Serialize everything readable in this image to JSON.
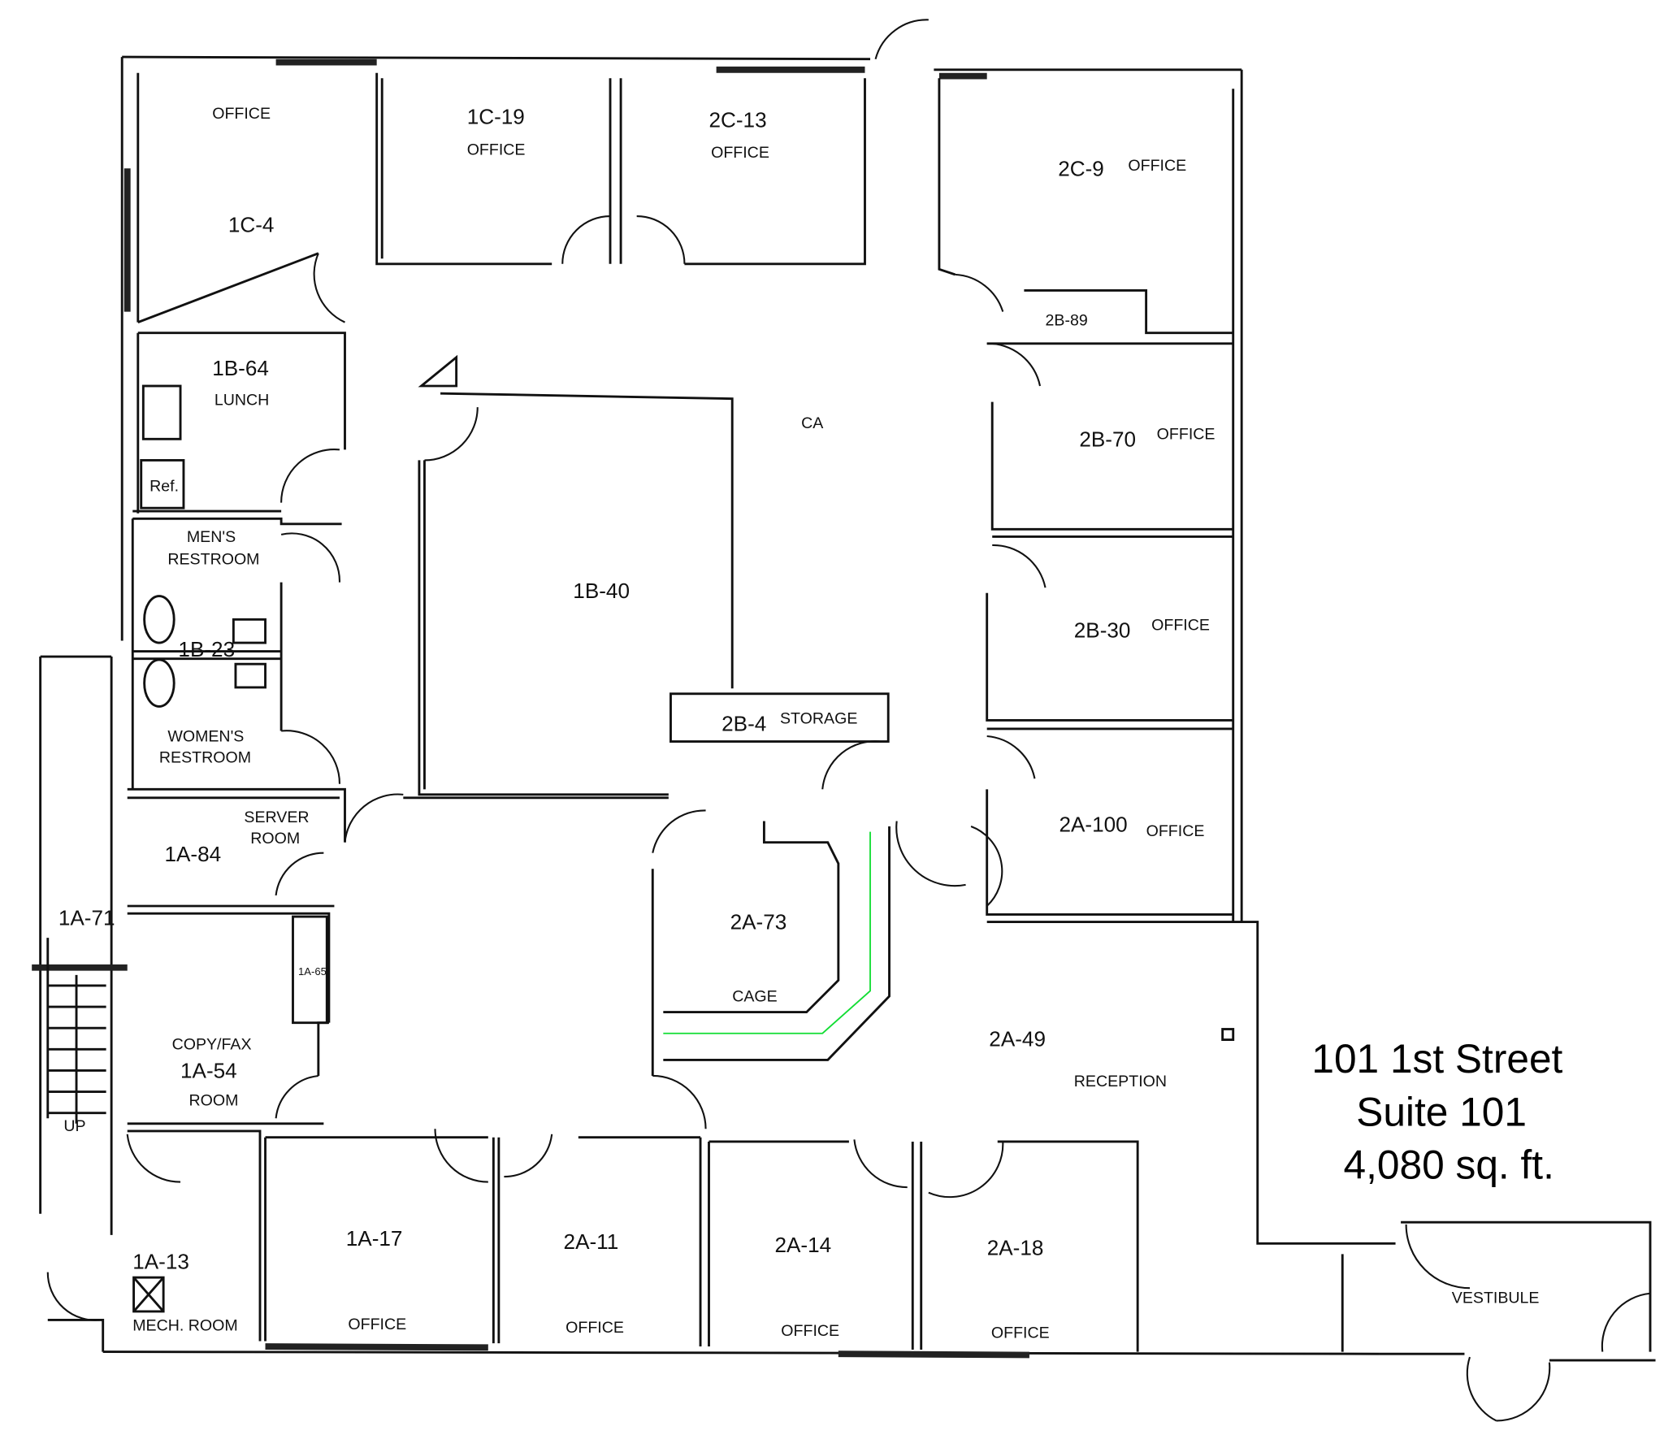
{
  "address": {
    "line1": "101 1st Street",
    "line2": "Suite 101",
    "line3": "4,080 sq. ft."
  },
  "rooms": {
    "r1c4": {
      "number": "1C-4",
      "name": "OFFICE"
    },
    "r1c19": {
      "number": "1C-19",
      "name": "OFFICE"
    },
    "r2c13": {
      "number": "2C-13",
      "name": "OFFICE"
    },
    "r2c9": {
      "number": "2C-9",
      "name": "OFFICE"
    },
    "r2b89": {
      "number": "2B-89"
    },
    "r1b64": {
      "number": "1B-64",
      "name": "LUNCH"
    },
    "ref": {
      "name": "Ref."
    },
    "mens": {
      "name_line1": "MEN'S",
      "name_line2": "RESTROOM"
    },
    "r1b23": {
      "number": "1B-23"
    },
    "womens": {
      "name_line1": "WOMEN'S",
      "name_line2": "RESTROOM"
    },
    "r1b40": {
      "number": "1B-40"
    },
    "ca": {
      "name": "CA"
    },
    "r2b70": {
      "number": "2B-70",
      "name": "OFFICE"
    },
    "r2b30": {
      "number": "2B-30",
      "name": "OFFICE"
    },
    "r2b4": {
      "number": "2B-4",
      "name": "STORAGE"
    },
    "r2a100": {
      "number": "2A-100",
      "name": "OFFICE"
    },
    "r1a84": {
      "number": "1A-84",
      "name_line1": "SERVER",
      "name_line2": "ROOM"
    },
    "r1a71": {
      "number": "1A-71",
      "stair": "UP"
    },
    "r1a65": {
      "number": "1A-65"
    },
    "r1a54": {
      "number": "1A-54",
      "name_line1": "COPY/FAX",
      "name_line2": "ROOM"
    },
    "r2a73": {
      "number": "2A-73",
      "name": "CAGE"
    },
    "r2a49": {
      "number": "2A-49",
      "name": "RECEPTION"
    },
    "r1a13": {
      "number": "1A-13",
      "name": "MECH. ROOM"
    },
    "r1a17": {
      "number": "1A-17",
      "name": "OFFICE"
    },
    "r2a11": {
      "number": "2A-11",
      "name": "OFFICE"
    },
    "r2a14": {
      "number": "2A-14",
      "name": "OFFICE"
    },
    "r2a18": {
      "number": "2A-18",
      "name": "OFFICE"
    },
    "vestibule": {
      "name": "VESTIBULE"
    }
  }
}
